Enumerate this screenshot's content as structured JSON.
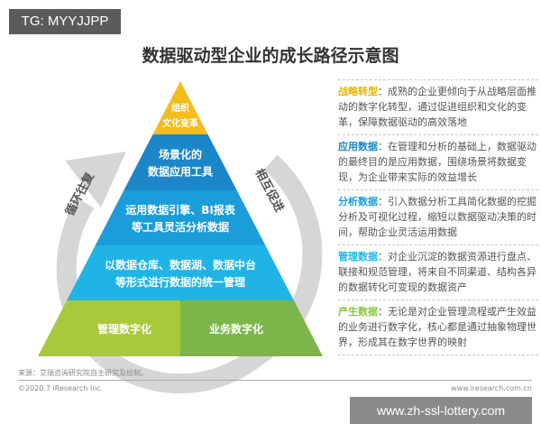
{
  "tag": "TG: MYYJJPP",
  "title": "数据驱动型企业的成长路径示意图",
  "cycle_labels": {
    "left": "循环往复",
    "right": "相互促进"
  },
  "pyramid": {
    "layers": [
      {
        "lines": [
          "组织",
          "文化变革"
        ],
        "color": "#f5bd1b"
      },
      {
        "lines": [
          "场景化的",
          "数据应用工具"
        ],
        "color": "#1b87c9"
      },
      {
        "lines": [
          "运用数据引擎、BI报表",
          "等工具灵活分析数据"
        ],
        "color": "#1a9dd9"
      },
      {
        "lines": [
          "以数据仓库、数据湖、数据中台",
          "等形式进行数据的统一管理"
        ],
        "color": "#20b4e6"
      }
    ],
    "base": [
      {
        "label": "管理数字化",
        "color": "#a8c93b"
      },
      {
        "label": "业务数字化",
        "color": "#7cb649"
      }
    ]
  },
  "descriptions": [
    {
      "key": "战略转型",
      "key_color": "#e8b400",
      "text": "：成熟的企业更倾向于从战略层面推动的数字化转型，通过促进组织和文化的变革，保障数据驱动的高效落地"
    },
    {
      "key": "应用数据",
      "key_color": "#1b87c9",
      "text": "：在管理和分析的基础上，数据驱动的最终目的是应用数据，围绕场景将数据变现，为企业带来实际的效益增长"
    },
    {
      "key": "分析数据",
      "key_color": "#1a9dd9",
      "text": "：引入数据分析工具简化数据的挖掘分析及可视化过程，缩短以数据驱动决策的时间，帮助企业灵活运用数据"
    },
    {
      "key": "管理数据",
      "key_color": "#20b4e6",
      "text": "：对企业沉淀的数据资源进行盘点、联接和规范管理，将来自不同渠道、结构各异的数据转化可变现的数据资产"
    },
    {
      "key": "产生数据",
      "key_color": "#8cc63f",
      "text": "：无论是对企业管理流程或产生效益的业务进行数字化，核心都是通过抽象物理世界，形成其在数字世界的映射"
    }
  ],
  "footer": {
    "source": "来源：艾瑞咨询研究院自主研究及绘制。",
    "copyright": "©2020.7 iResearch Inc.",
    "site": "www.iresearch.com.cn"
  },
  "watermark": "www.zh-ssl-lottery.com"
}
